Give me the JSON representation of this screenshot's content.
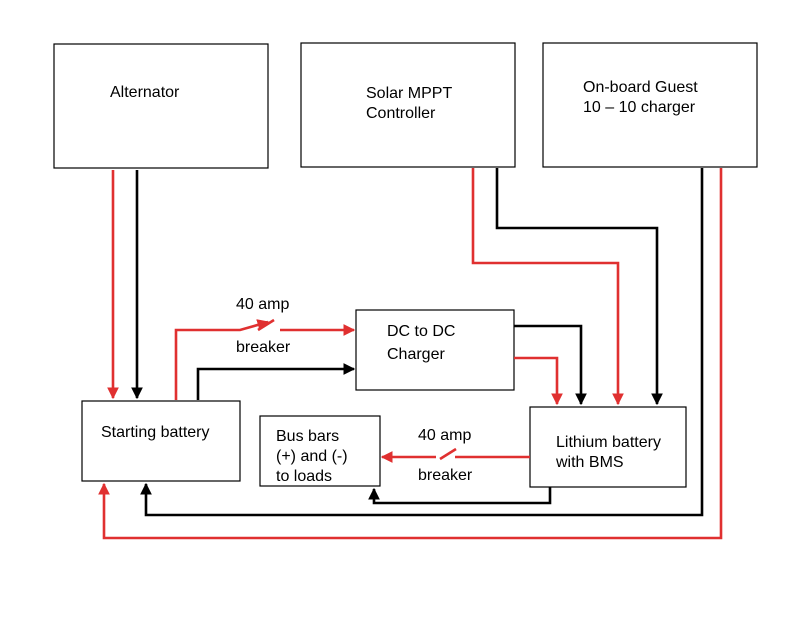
{
  "colors": {
    "positive": "#e03030",
    "negative": "#000000",
    "box_border": "#000000",
    "background": "#ffffff"
  },
  "boxes": {
    "alternator": {
      "line1": "Alternator"
    },
    "solar": {
      "line1": "Solar MPPT",
      "line2": "Controller"
    },
    "guest": {
      "line1": "On-board Guest",
      "line2": "10 – 10 charger"
    },
    "dcdc": {
      "line1": "DC to DC",
      "line2": "Charger"
    },
    "starting": {
      "line1": "Starting battery"
    },
    "busbars": {
      "line1": "Bus bars",
      "line2": "(+) and (-)",
      "line3": "to loads"
    },
    "lithium": {
      "line1": "Lithium battery",
      "line2": "with BMS"
    }
  },
  "breakers": {
    "top": {
      "rating": "40 amp",
      "label": "breaker"
    },
    "bottom": {
      "rating": "40 amp",
      "label": "breaker"
    }
  }
}
